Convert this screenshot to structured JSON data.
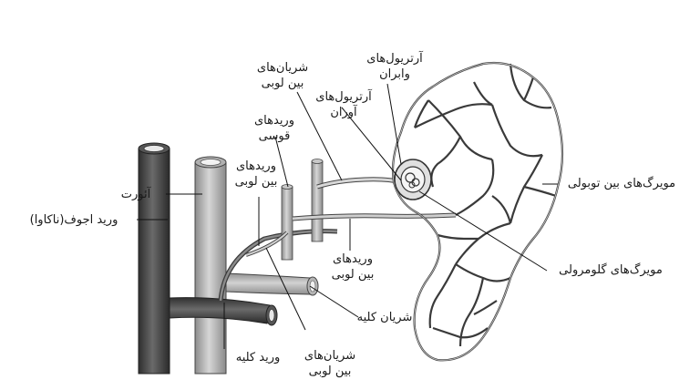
{
  "labels": {
    "aorta": "آئورت",
    "vena_cava": "ورید اجوف(ناکاوا)",
    "arcuate_veins_1": "وریدهای",
    "arcuate_veins_2": "قوسی",
    "interlobar_veins_top_1": "وریدهای",
    "interlobar_veins_top_2": "بین لوبی",
    "interlobar_arteries_top_1": "شریان‌های",
    "interlobar_arteries_top_2": "بین لوبی",
    "afferent_1": "آرتریول‌های",
    "afferent_2": "آوران",
    "efferent_1": "آرتریول‌های",
    "efferent_2": "وابران",
    "peritubular": "مویرگ‌های بین توبولی",
    "glomerular": "مویرگ‌های گلومرولی",
    "interlobar_veins_bottom_1": "وریدهای",
    "interlobar_veins_bottom_2": "بین لوبی",
    "renal_artery": "شریان کلیه",
    "renal_vein": "ورید کلیه",
    "interlobar_arteries_bottom_1": "شریان‌های",
    "interlobar_arteries_bottom_2": "بین لوبی"
  }
}
